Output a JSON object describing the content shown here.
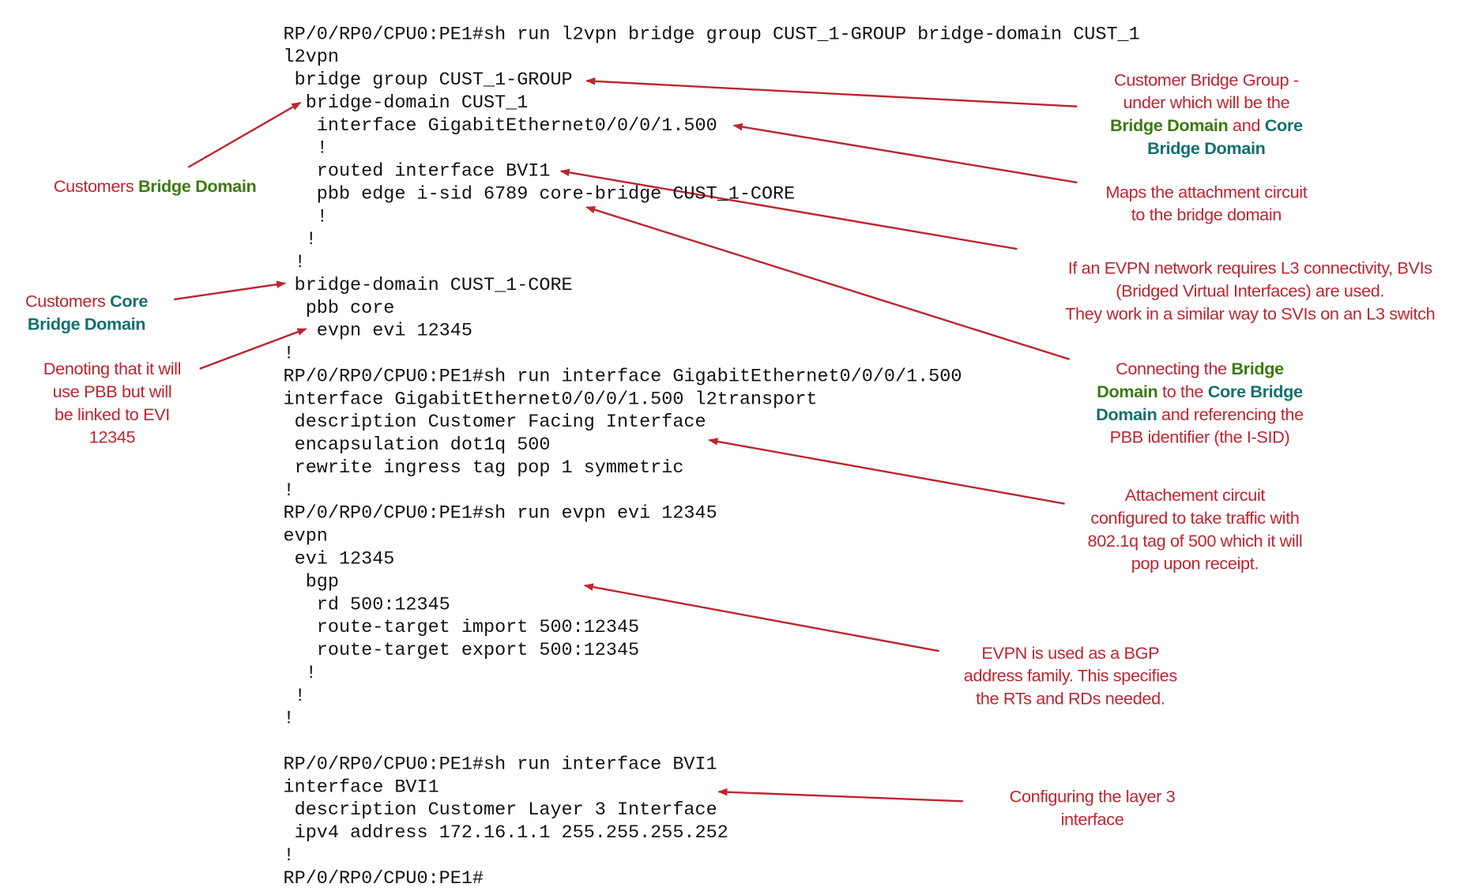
{
  "colors": {
    "red": "#bd2530",
    "green": "#3c7a12",
    "teal": "#12706e",
    "code": "#111111"
  },
  "code": [
    "RP/0/RP0/CPU0:PE1#sh run l2vpn bridge group CUST_1-GROUP bridge-domain CUST_1",
    "l2vpn",
    " bridge group CUST_1-GROUP",
    "  bridge-domain CUST_1",
    "   interface GigabitEthernet0/0/0/1.500",
    "   !",
    "   routed interface BVI1",
    "   pbb edge i-sid 6789 core-bridge CUST_1-CORE",
    "   !",
    "  !",
    " !",
    " bridge-domain CUST_1-CORE",
    "  pbb core",
    "   evpn evi 12345",
    "!",
    "RP/0/RP0/CPU0:PE1#sh run interface GigabitEthernet0/0/0/1.500",
    "interface GigabitEthernet0/0/0/1.500 l2transport",
    " description Customer Facing Interface",
    " encapsulation dot1q 500",
    " rewrite ingress tag pop 1 symmetric",
    "!",
    "RP/0/RP0/CPU0:PE1#sh run evpn evi 12345",
    "evpn",
    " evi 12345",
    "  bgp",
    "   rd 500:12345",
    "   route-target import 500:12345",
    "   route-target export 500:12345",
    "  !",
    " !",
    "!",
    "",
    "RP/0/RP0/CPU0:PE1#sh run interface BVI1",
    "interface BVI1",
    " description Customer Layer 3 Interface",
    " ipv4 address 172.16.1.1 255.255.255.252",
    "!",
    "RP/0/RP0/CPU0:PE1#"
  ],
  "annotations": [
    {
      "name": "customer-bridge-group-note",
      "lines": [
        [
          {
            "t": "Customer Bridge Group -",
            "c": "red"
          }
        ],
        [
          {
            "t": "under which will be the",
            "c": "red"
          }
        ],
        [
          {
            "t": "Bridge Domain",
            "c": "green",
            "b": true
          },
          {
            "t": " and ",
            "c": "red"
          },
          {
            "t": "Core",
            "c": "teal",
            "b": true
          }
        ],
        [
          {
            "t": "Bridge Domain",
            "c": "teal",
            "b": true
          }
        ]
      ]
    },
    {
      "name": "attachment-circuit-map-note",
      "lines": [
        [
          {
            "t": "Maps the attachment circuit",
            "c": "red"
          }
        ],
        [
          {
            "t": "to the bridge domain",
            "c": "red"
          }
        ]
      ]
    },
    {
      "name": "bvi-note",
      "lines": [
        [
          {
            "t": "If an EVPN network requires L3 connectivity, BVIs",
            "c": "red"
          }
        ],
        [
          {
            "t": "(Bridged Virtual Interfaces) are used.",
            "c": "red"
          }
        ],
        [
          {
            "t": "They work in a similar way to SVIs on an L3 switch",
            "c": "red"
          }
        ]
      ]
    },
    {
      "name": "pbb-connect-note",
      "lines": [
        [
          {
            "t": "Connecting the ",
            "c": "red"
          },
          {
            "t": "Bridge",
            "c": "green",
            "b": true
          }
        ],
        [
          {
            "t": "Domain",
            "c": "green",
            "b": true
          },
          {
            "t": " to the ",
            "c": "red"
          },
          {
            "t": "Core Bridge",
            "c": "teal",
            "b": true
          }
        ],
        [
          {
            "t": "Domain",
            "c": "teal",
            "b": true
          },
          {
            "t": " and referencing the",
            "c": "red"
          }
        ],
        [
          {
            "t": "PBB identifier (the I-SID)",
            "c": "red"
          }
        ]
      ]
    },
    {
      "name": "attachment-circuit-note",
      "lines": [
        [
          {
            "t": "Attachement circuit",
            "c": "red"
          }
        ],
        [
          {
            "t": "configured to take traffic with",
            "c": "red"
          }
        ],
        [
          {
            "t": "802.1q tag of 500 which it will",
            "c": "red"
          }
        ],
        [
          {
            "t": "pop upon receipt.",
            "c": "red"
          }
        ]
      ]
    },
    {
      "name": "evpn-bgp-note",
      "lines": [
        [
          {
            "t": "EVPN is used as a BGP",
            "c": "red"
          }
        ],
        [
          {
            "t": "address family. This specifies",
            "c": "red"
          }
        ],
        [
          {
            "t": "the RTs and RDs needed.",
            "c": "red"
          }
        ]
      ]
    },
    {
      "name": "layer3-interface-note",
      "lines": [
        [
          {
            "t": "Configuring the layer 3",
            "c": "red"
          }
        ],
        [
          {
            "t": "interface",
            "c": "red"
          }
        ]
      ]
    },
    {
      "name": "customers-bridge-domain-note",
      "lines": [
        [
          {
            "t": "Customers ",
            "c": "red"
          },
          {
            "t": "Bridge Domain",
            "c": "green",
            "b": true
          }
        ]
      ]
    },
    {
      "name": "customers-core-bridge-domain-note",
      "lines": [
        [
          {
            "t": "Customers ",
            "c": "red"
          },
          {
            "t": "Core",
            "c": "teal",
            "b": true
          }
        ],
        [
          {
            "t": "Bridge Domain",
            "c": "teal",
            "b": true
          }
        ]
      ]
    },
    {
      "name": "evi-link-note",
      "lines": [
        [
          {
            "t": "Denoting that it will",
            "c": "red"
          }
        ],
        [
          {
            "t": "use PBB but will",
            "c": "red"
          }
        ],
        [
          {
            "t": "be linked to EVI",
            "c": "red"
          }
        ],
        [
          {
            "t": "12345",
            "c": "red"
          }
        ]
      ]
    }
  ]
}
